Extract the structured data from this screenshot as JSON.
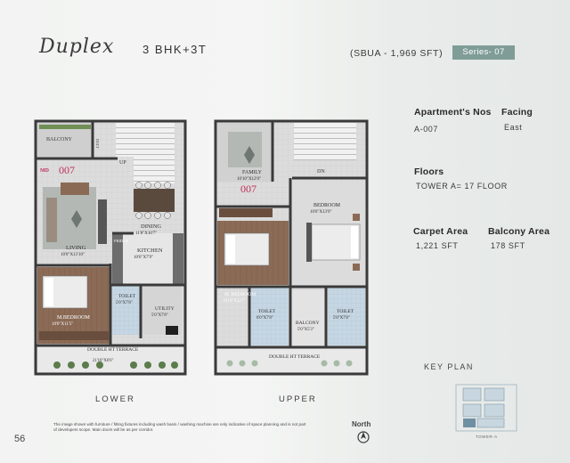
{
  "header": {
    "title_script": "Duplex",
    "title_bhk": "3 BHK+3T",
    "sbua": "(SBUA - 1,969 SFT)",
    "series": "Series- 07"
  },
  "info": {
    "apartment_nos_label": "Apartment's Nos",
    "apartment_nos_value": "A-007",
    "facing_label": "Facing",
    "facing_value": "East",
    "floors_label": "Floors",
    "floors_value": "TOWER A= 17 FLOOR",
    "carpet_area_label": "Carpet Area",
    "carpet_area_value": "1,221 SFT",
    "balcony_area_label": "Balcony Area",
    "balcony_area_value": "178 SFT"
  },
  "lower_plan": {
    "caption": "LOWER",
    "unit_number": "007",
    "md_tag": "MD",
    "balcony": "BALCONY",
    "up": "UP",
    "duct": "DUCT",
    "ridge": "FRIDGE",
    "living": "LIVING",
    "living_dim": "10'0\"X13'10\"",
    "dining": "DINING",
    "dining_dim": "11'8\"X10'7\"",
    "kitchen": "KITCHEN",
    "kitchen_dim": "10'6\"X7'9\"",
    "m_bedroom": "M.BEDROOM",
    "m_bedroom_dim": "10'0\"X11'5\"",
    "toilet": "TOILET",
    "toilet_dim": "5'0\"X7'8\"",
    "utility": "UTILITY",
    "utility_dim": "5'0\"X7'8\"",
    "terrace": "DOUBLE HT TERRACE",
    "terrace_dim": "21'10\"X6'6\""
  },
  "upper_plan": {
    "caption": "UPPER",
    "unit_number": "007",
    "family": "FAMILY",
    "family_dim": "10'10\"X12'0\"",
    "dn": "DN",
    "bedroom": "BEDROOM",
    "bedroom_dim": "10'6\"X13'9\"",
    "m_bedroom": "M. BEDROOM",
    "m_bedroom_dim": "10'10\"X12'7\"",
    "toilet_1": "TOILET",
    "toilet_1_dim": "6'0\"X7'8\"",
    "balcony": "BALCONY",
    "balcony_dim": "5'0\"X5'3\"",
    "toilet_2": "TOILET",
    "toilet_2_dim": "5'0\"X7'8\"",
    "terrace": "DOUBLE HT TERRACE"
  },
  "footer": {
    "page_number": "56",
    "disclaimer": "The image shown with furniture / fitting fixtures including wash basin / washing machine are only indicative of space planning and is not part of developers scope. Main doors will be as per corridor.",
    "north_label": "North",
    "key_plan_label": "KEY PLAN",
    "tower_label": "TOWER-A"
  },
  "colors": {
    "wall": "#3a3a3a",
    "floor_tile": "#d9d9d9",
    "wood": "#8a6a55",
    "carpet": "#a8b0aa",
    "series_badge": "#7f9d96",
    "unit_number": "#c0305a",
    "bath_tile": "#cfdde8",
    "plant": "#5a7a4a"
  }
}
